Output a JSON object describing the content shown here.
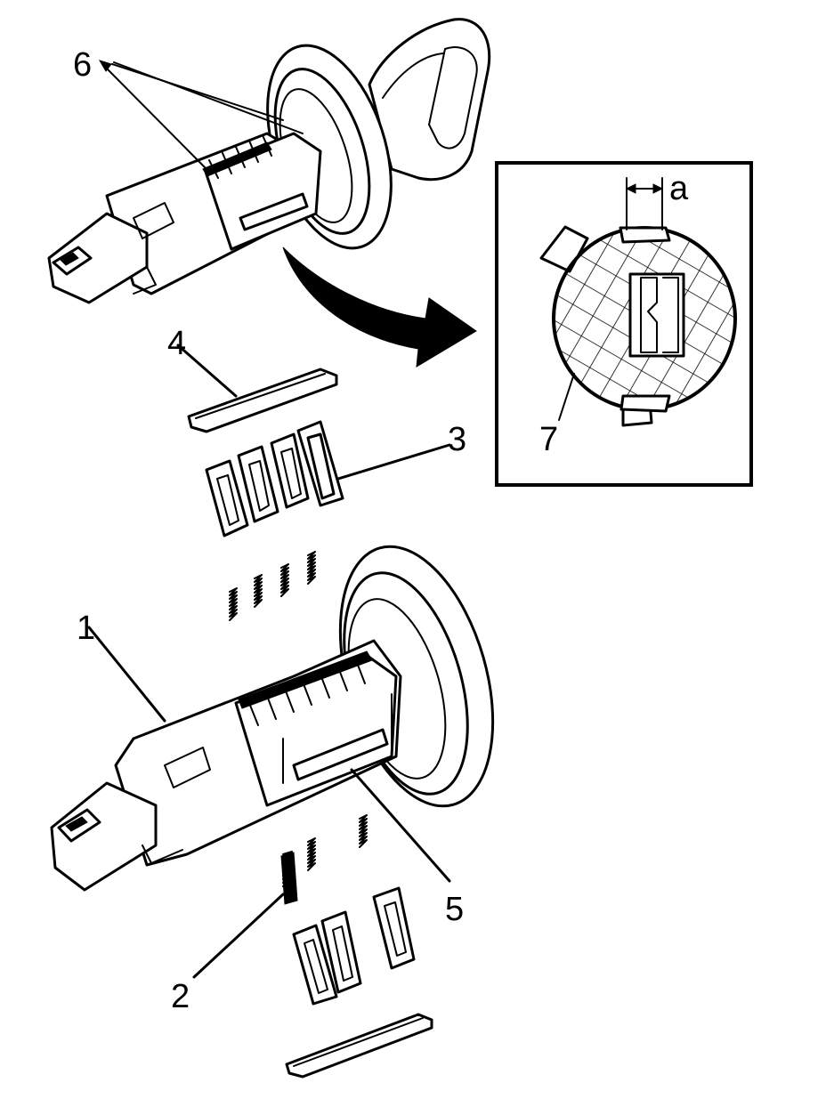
{
  "callouts": {
    "c1": "1",
    "c2": "2",
    "c3": "3",
    "c4": "4",
    "c5": "5",
    "c6": "6",
    "c7": "7",
    "ca": "a"
  }
}
